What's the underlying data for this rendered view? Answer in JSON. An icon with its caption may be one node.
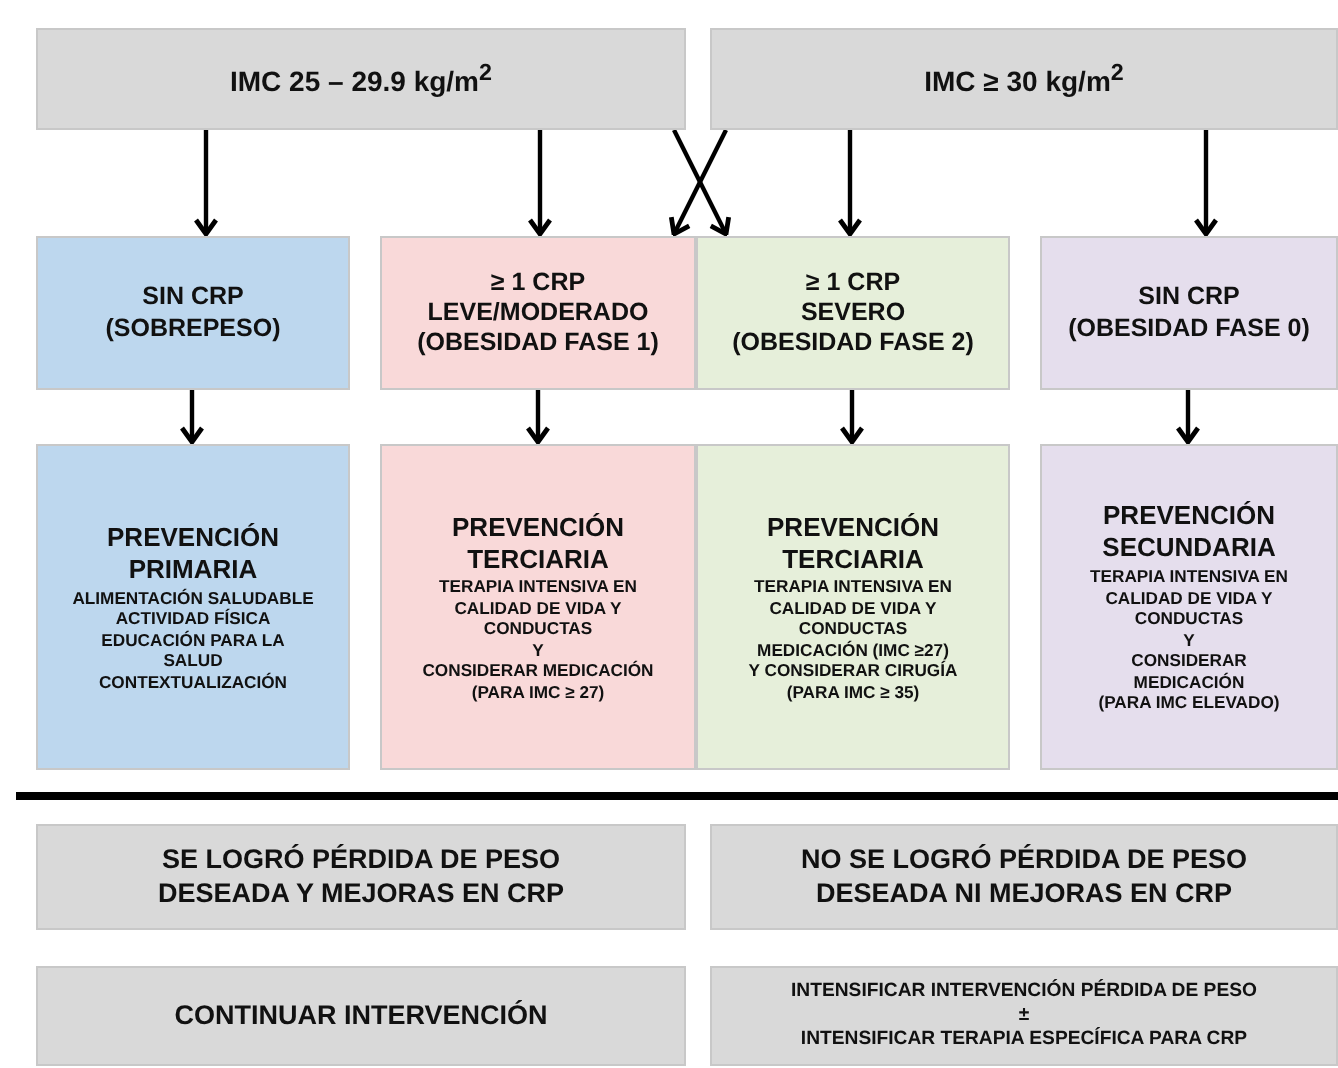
{
  "diagram": {
    "nodes": [
      {
        "text": [
          "IMC 25 – 29.9 kg/m$^{2}$"
        ]
      },
      {
        "text": [
          "IMC ≥ 30 kg/m$^{2}$"
        ]
      },
      {
        "text": [
          "SIN CRP",
          "(SOBREPESO)"
        ]
      },
      {
        "text": [
          "≥ 1 CRP",
          "LEVE/MODERADO",
          "(OBESIDAD FASE 1)"
        ]
      },
      {
        "text": [
          "≥ 1 CRP",
          "SEVERO",
          "(OBESIDAD FASE 2)"
        ]
      },
      {
        "text": [
          "SIN CRP",
          "(OBESIDAD FASE 0)"
        ]
      },
      {
        "text": [
          "PREVENCIÓN PRIMARIA",
          "ALIMENTACIÓN SALUDABLE",
          "ACTIVIDAD FÍSICA",
          "EDUCACIÓN PARA LA SALUD",
          "CONTEXTUALIZACIÓN"
        ]
      },
      {
        "text": [
          "PREVENCIÓN TERCIARIA",
          "TERAPIA INTENSIVA EN CALIDAD DE VIDA Y CONDUCTAS",
          "Y",
          "CONSIDERAR MEDICACIÓN",
          "(PARA IMC ≥ 27)"
        ]
      },
      {
        "text": [
          "PREVENCIÓN TERCIARIA",
          "TERAPIA INTENSIVA EN CALIDAD DE VIDA Y CONDUCTAS",
          "MEDICACIÓN (IMC ≥27)",
          "Y CONSIDERAR CIRUGÍA",
          "(PARA IMC ≥ 35)"
        ]
      },
      {
        "text": [
          "PREVENCIÓN SECUNDARIA",
          "TERAPIA INTENSIVA EN CALIDAD DE VIDA Y CONDUCTAS",
          "Y",
          "CONSIDERAR MEDICACIÓN",
          "(PARA IMC ELEVADO)"
        ]
      },
      {
        "text": [
          "SE LOGRÓ PÉRDIDA DE PESO DESEADA Y MEJORAS EN CRP"
        ]
      },
      {
        "text": [
          "NO SE LOGRÓ PÉRDIDA DE PESO DESEADA NI MEJORAS EN CRP"
        ]
      },
      {
        "text": [
          "CONTINUAR INTERVENCIÓN"
        ]
      },
      {
        "text": [
          "INTENSIFICAR INTERVENCIÓN PÉRDIDA DE PESO",
          "±",
          "INTENSIFICAR TERAPIA ESPECÍFICA PARA CRP"
        ]
      }
    ],
    "edges": [
      {
        "from": 0,
        "to": 2,
        "arrow": "to"
      },
      {
        "from": 0,
        "to": 3,
        "arrow": "to"
      },
      {
        "from": 0,
        "to": 4,
        "arrow": "to"
      },
      {
        "from": 1,
        "to": 3,
        "arrow": "to"
      },
      {
        "from": 1,
        "to": 4,
        "arrow": "to"
      },
      {
        "from": 1,
        "to": 5,
        "arrow": "to"
      },
      {
        "from": 2,
        "to": 6,
        "arrow": "to"
      },
      {
        "from": 3,
        "to": 7,
        "arrow": "to"
      },
      {
        "from": 4,
        "to": 8,
        "arrow": "to"
      },
      {
        "from": 5,
        "to": 9,
        "arrow": "to"
      }
    ]
  }
}
